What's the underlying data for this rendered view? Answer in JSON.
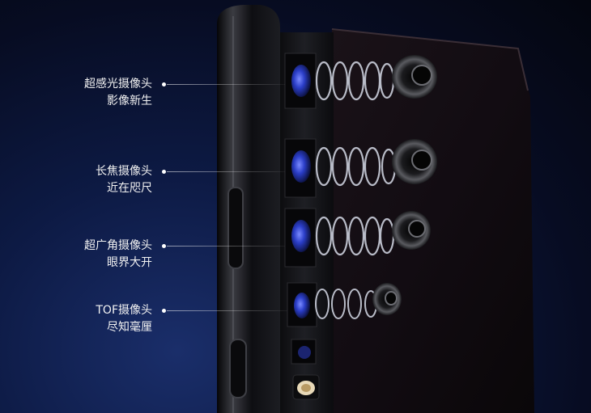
{
  "callouts": [
    {
      "title": "超感光摄像头",
      "subtitle": "影像新生"
    },
    {
      "title": "长焦摄像头",
      "subtitle": "近在咫尺"
    },
    {
      "title": "超广角摄像头",
      "subtitle": "眼界大开"
    },
    {
      "title": "TOF摄像头",
      "subtitle": "尽知毫厘"
    }
  ],
  "colors": {
    "background": "#070c22",
    "text": "#f2f2f2",
    "lens_accent": "#3a56d6"
  }
}
